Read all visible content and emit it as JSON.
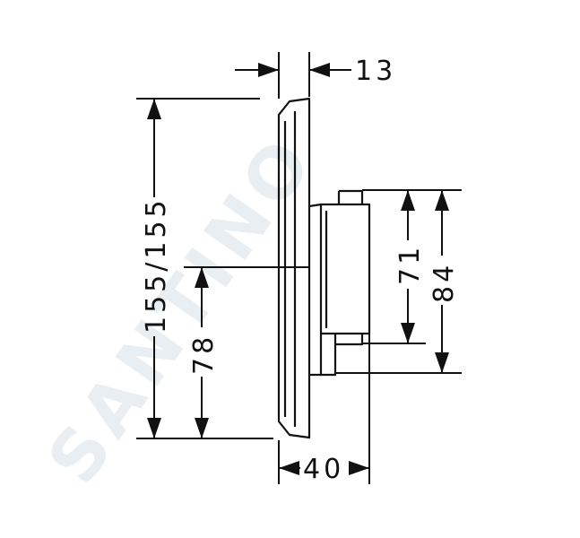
{
  "watermark": "SANTINO",
  "dimensions": {
    "depth_top": "13",
    "height_total": "155/155",
    "height_center": "78",
    "module_height": "71",
    "module_total": "84",
    "width_bottom": "40"
  }
}
